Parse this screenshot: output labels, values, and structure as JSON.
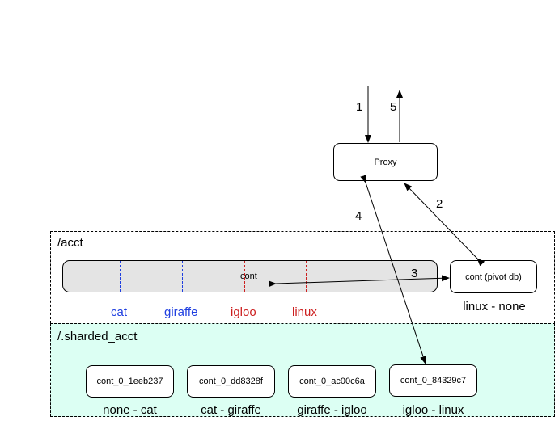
{
  "proxy": {
    "label": "Proxy"
  },
  "acct": {
    "label": "/acct",
    "container_label": "cont",
    "shard_keys": [
      {
        "label": "cat",
        "color": "#1f3fe0"
      },
      {
        "label": "giraffe",
        "color": "#1f3fe0"
      },
      {
        "label": "igloo",
        "color": "#cc1f1f"
      },
      {
        "label": "linux",
        "color": "#cc1f1f"
      }
    ],
    "pivot_db": {
      "label": "cont (pivot db)",
      "range": "linux - none"
    }
  },
  "sharded_acct": {
    "label": "/.sharded_acct",
    "shards": [
      {
        "label": "cont_0_1eeb237",
        "range": "none - cat"
      },
      {
        "label": "cont_0_dd8328f",
        "range": "cat - giraffe"
      },
      {
        "label": "cont_0_ac00c6a",
        "range": "giraffe - igloo"
      },
      {
        "label": "cont_0_84329c7",
        "range": "igloo - linux"
      }
    ]
  },
  "steps": [
    "1",
    "2",
    "3",
    "4",
    "5"
  ],
  "colors": {
    "sharded_background": "#dcfff3",
    "container_fill": "#e4e4e4",
    "blue_key": "#1f3fe0",
    "red_key": "#cc1f1f"
  }
}
